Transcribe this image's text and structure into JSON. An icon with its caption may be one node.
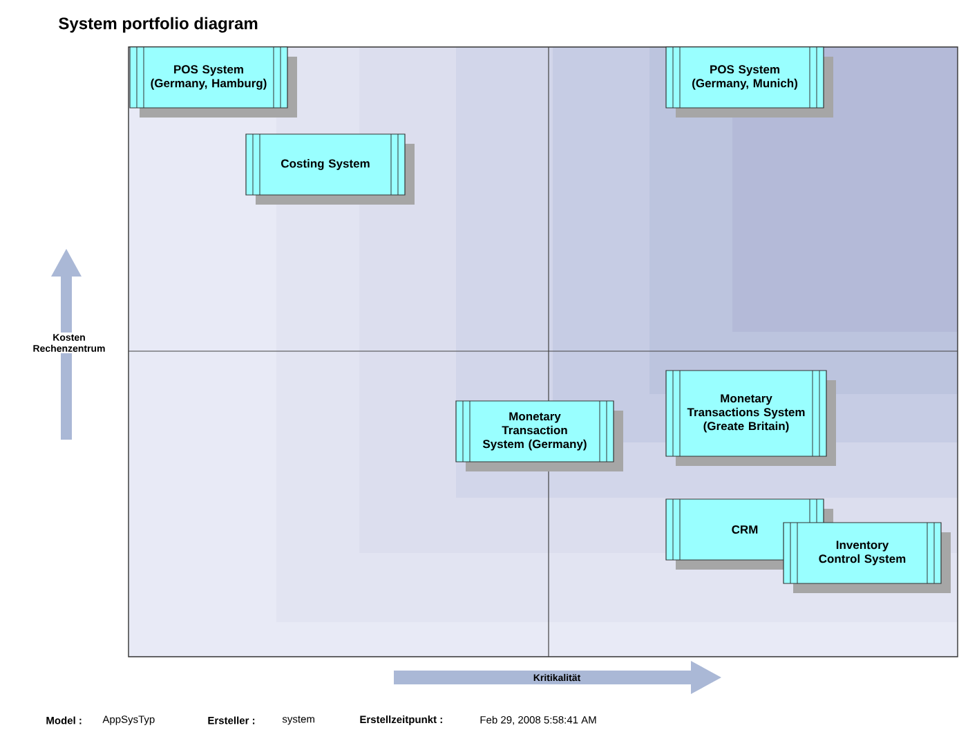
{
  "diagram": {
    "title": "System portfolio diagram",
    "nodes": [
      {
        "text": [
          "POS System (Germany, Hamburg)"
        ]
      },
      {
        "text": [
          "Costing System"
        ]
      },
      {
        "text": [
          "POS System (Germany, Munich)"
        ]
      },
      {
        "text": [
          "Monetary Transaction System (Germany)"
        ]
      },
      {
        "text": [
          "Monetary Transactions System (Greate Britain)"
        ]
      },
      {
        "text": [
          "CRM"
        ]
      },
      {
        "text": [
          "Inventory Control System"
        ]
      }
    ],
    "labels": [
      "Kosten Rechenzentrum",
      "Kritikalität",
      "Model :",
      "AppSysTyp",
      "Ersteller :",
      "system",
      "Erstellzeitpunkt :",
      "Feb 29, 2008 5:58:41 AM"
    ]
  }
}
